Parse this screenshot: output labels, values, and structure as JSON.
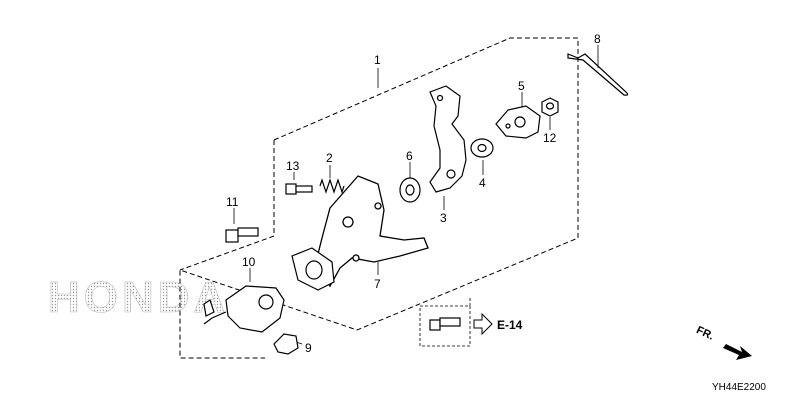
{
  "watermark": "HONDA",
  "diagram_code": "YH44E2200",
  "reference": "E-14",
  "direction": "FR.",
  "parts": [
    {
      "id": "part-1",
      "label": "1"
    },
    {
      "id": "part-2",
      "label": "2"
    },
    {
      "id": "part-3",
      "label": "3"
    },
    {
      "id": "part-4",
      "label": "4"
    },
    {
      "id": "part-5",
      "label": "5"
    },
    {
      "id": "part-6",
      "label": "6"
    },
    {
      "id": "part-7",
      "label": "7"
    },
    {
      "id": "part-8",
      "label": "8"
    },
    {
      "id": "part-9",
      "label": "9"
    },
    {
      "id": "part-10",
      "label": "10"
    },
    {
      "id": "part-11",
      "label": "11"
    },
    {
      "id": "part-12",
      "label": "12"
    },
    {
      "id": "part-13",
      "label": "13"
    }
  ]
}
